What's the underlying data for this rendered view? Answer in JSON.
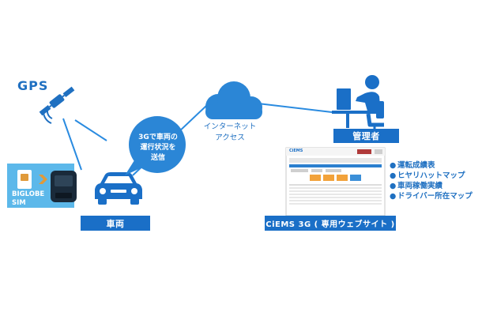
{
  "gps": {
    "label": "GPS"
  },
  "sim": {
    "line1": "BIGLOBE",
    "line2": "SIM"
  },
  "vehicle": {
    "label": "車両"
  },
  "bubble": {
    "line1": "3Gで車両の",
    "line2": "運行状況を",
    "line3": "送信"
  },
  "cloud": {
    "line1": "インターネット",
    "line2": "アクセス"
  },
  "admin": {
    "label": "管理者"
  },
  "website": {
    "label": "CiEMS 3G ( 専用ウェブサイト )",
    "logo": "CiEMS"
  },
  "features": [
    "運転成績表",
    "ヒヤリハットマップ",
    "車両稼働実績",
    "ドライバー所在マップ"
  ],
  "colors": {
    "primary": "#1a6fc7",
    "line": "#2a8be0",
    "cloud": "#2b86d6",
    "sim_panel": "#5cb8ea",
    "sim_chip": "#e09a3a"
  }
}
